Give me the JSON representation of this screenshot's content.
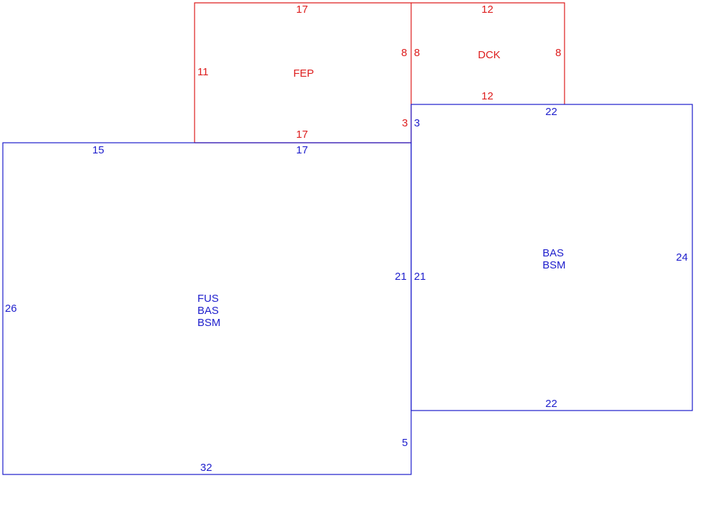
{
  "colors": {
    "red": "#dd1c1c",
    "blue": "#1c1ccc",
    "background": "#ffffff"
  },
  "areas": {
    "fep": {
      "name": "FEP",
      "color": "red",
      "top": "17",
      "bottom": "17",
      "left": "11",
      "right": "8",
      "right_lower": "3"
    },
    "dck": {
      "name": "DCK",
      "color": "red",
      "top": "12",
      "bottom": "12",
      "left": "8",
      "right": "8"
    },
    "main": {
      "codes": [
        "FUS",
        "BAS",
        "BSM"
      ],
      "color": "blue",
      "top_left": "15",
      "top_right": "17",
      "left": "26",
      "right": "21",
      "right_lower": "5",
      "bottom": "32"
    },
    "addition": {
      "codes": [
        "BAS",
        "BSM"
      ],
      "color": "blue",
      "top": "22",
      "bottom": "22",
      "left_upper": "3",
      "left": "21",
      "right": "24"
    }
  }
}
